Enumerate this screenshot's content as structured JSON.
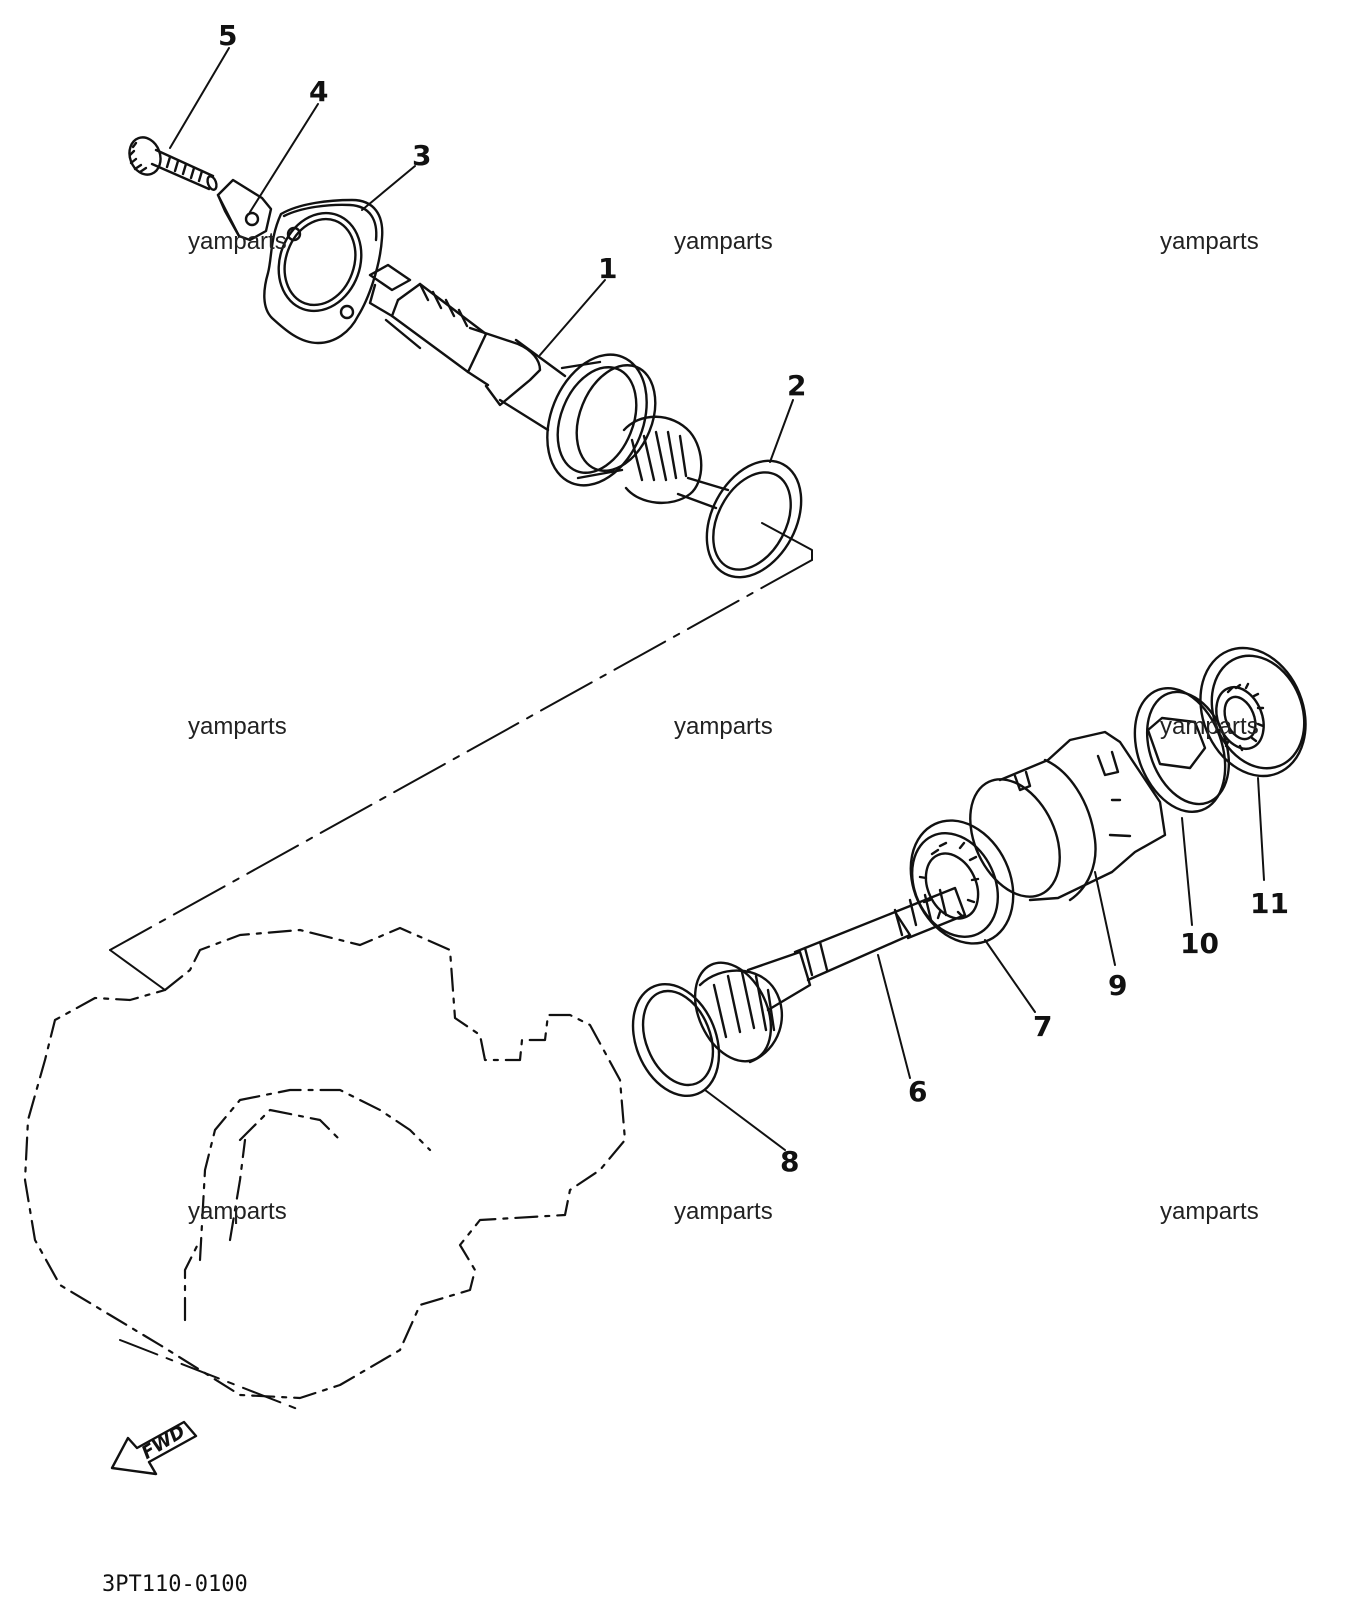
{
  "watermark": "yamparts",
  "part_labels": {
    "p1": "1",
    "p2": "2",
    "p3": "3",
    "p4": "4",
    "p5": "5",
    "p6": "6",
    "p7": "7",
    "p8": "8",
    "p9": "9",
    "p10": "10",
    "p11": "11"
  },
  "fwd_label": "FWD",
  "diagram_code": "3PT110-0100"
}
